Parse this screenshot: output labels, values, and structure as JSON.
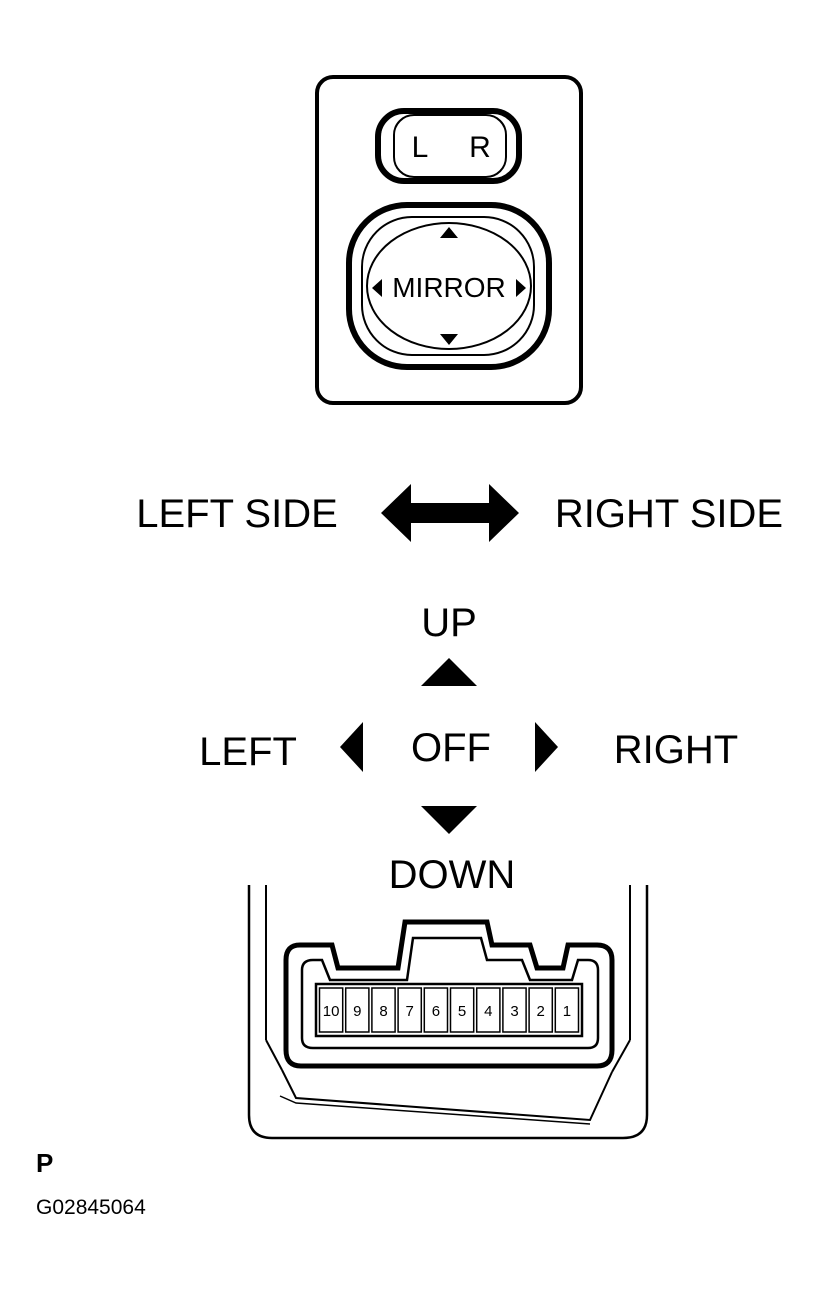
{
  "switch": {
    "selector_left": "L",
    "selector_right": "R",
    "knob_label": "MIRROR"
  },
  "side_select": {
    "left_label": "LEFT SIDE",
    "right_label": "RIGHT SIDE"
  },
  "directions": {
    "up": "UP",
    "down": "DOWN",
    "left": "LEFT",
    "right": "RIGHT",
    "center": "OFF"
  },
  "connector": {
    "pins": [
      "10",
      "9",
      "8",
      "7",
      "6",
      "5",
      "4",
      "3",
      "2",
      "1"
    ]
  },
  "footer": {
    "view_letter": "P",
    "figure_id": "G02845064"
  }
}
